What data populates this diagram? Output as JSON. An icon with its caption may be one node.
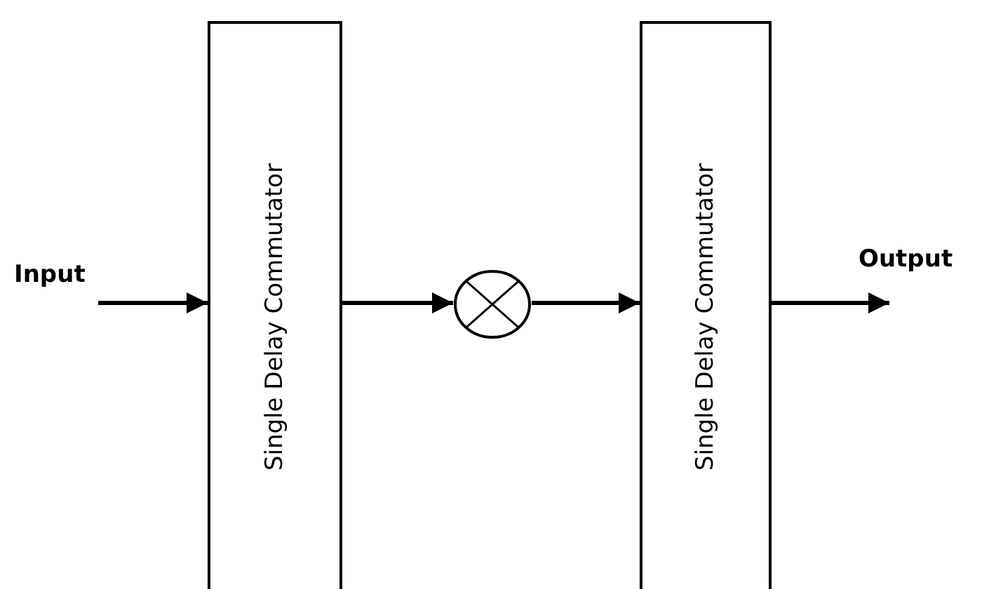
{
  "diagram": {
    "nodes": [
      {
        "text": [
          "Single Delay Commutator"
        ]
      },
      {
        "text": [],
        "shape": "circle"
      },
      {
        "text": [
          "Single Delay Commutator"
        ]
      }
    ],
    "edges": [
      {
        "from": null,
        "to": 0,
        "arrow": "to",
        "label": "Input"
      },
      {
        "from": 0,
        "to": 1,
        "arrow": "to"
      },
      {
        "from": 1,
        "to": 2,
        "arrow": "to"
      },
      {
        "from": 2,
        "to": null,
        "arrow": "to",
        "label": "Output"
      }
    ]
  }
}
